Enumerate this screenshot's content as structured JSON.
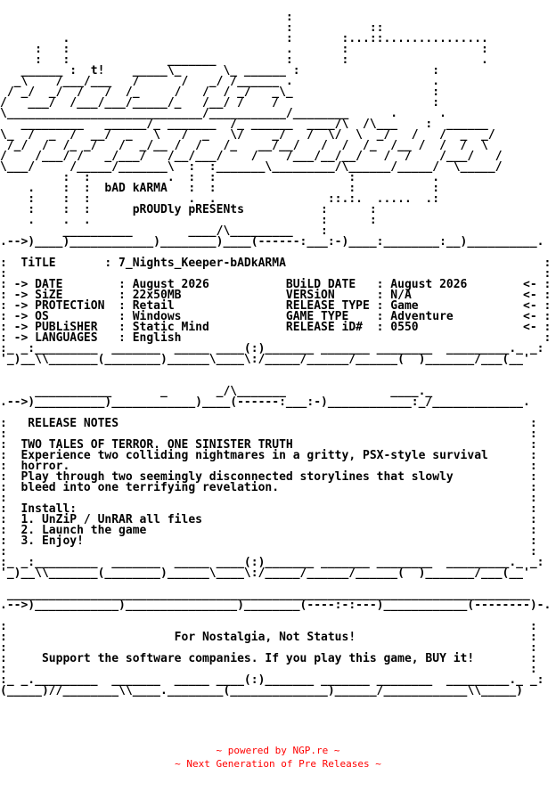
{
  "nfo": {
    "art": "                                         :\n                                         :           ::\n         .                               :       :...::...............\n     :   :                               .       :                   :\n     :   :              _______          :       :                   .\n   ______ :  t!    _____\\_      \\_ ______ :                   :\n  _\\    /___/___   /      /   _/ /______ .                    .\n / _/  _/  /   /  /_     /   /  / _/   _\\_                    :\n/   ___/  /___/___/_____/_   /__/ /    /                      :\n\\____________________________/___________/________      .      .\n   _________   ______/_ _______  /_ ______  ____/\\  /\\___    :  ______\n\\_  /  _  /  __/  _   \\   /  _   \\/    _/   /  \\/  \\  _/   /   /  _  _/\n /_/  /  /_ _/   /  _/__ /  /   /_   __/__/   /  /  /_  /__ /  /  /  \\\n/    /___/ /   _/___/   /__/___/    /    /___/__/__/   /  /    /___/   /\n\\___/     /_____/_______\\  :  :_______\\_________/\\______/_____/  \\_____/\n         :  :           .  :  :                   :           .\n    .    :  :  bAD kARMA   :  :                   :           :\n    :    :  :              .  .                ::.:.  .....  .:\n    :    :  :      pROUDly pRESENts           :      :\n    .    .  .                                 :      :\n         __________        ____/\\_________    :\n.-->)____)____________)________)____(------:___:-)____:________:__)__________.\n\n:  TiTLE       : 7_Nights_Keeper-bADkARMA                                     :\n:                                                                             :\n: -> DATE        : August 2026           BUiLD DATE   : August 2026        <- :\n: -> SiZE        : 22x50MB               VERSiON      : N/A                <- :\n: -> PROTECTiON  : Retail                RELEASE TYPE : Game               <- :\n: -> OS          : Windows               GAME TYPE    : Adventure          <- :\n: -> PUBLiSHER   : Static Mind           RELEASE iD#  : 0550               <- :\n: -> LANGUAGES   : English                                                    :\n:_ _:_________  _______  _____ ____(:)_______ _______ ________  _________._ _:\n'_)__\\\\_______(________)______\\____\\:/_____/______/______(  )_______/___(__'\n\n\n     ___________       _       _/\\_______               ____._\n.-->)__________)____________)____(------:___:-)____________:_/_____________.\n\n:   RELEASE NOTES                                                           :\n:                                                                           :\n:  TWO TALES OF TERROR. ONE SINISTER TRUTH                                  :\n:  Experience two colliding nightmares in a gritty, PSX-style survival      :\n:  horror.                                                                  :\n:  Play through two seemingly disconnected storylines that slowly           :\n:  bleed into one terrifying revelation.                                    :\n:                                                                           :\n:  Install:                                                                 :\n:  1. UnZiP / UnRAR all files                                               :\n:  2. Launch the game                                                       :\n:  3. Enjoy!                                                                :\n:                                                                           :\n:_ _:_________  _______  _____ ____(:)_______ _______ ________  _________._ _:\n'_)__\\\\_______(________)______\\____\\:/_____/______/______(  )_______/___(__'\n\n ___________________________________________________________________________\n.-->)____________)________________)________(----:-:---)____________(--------)-.\n\n:                                                                           :\n:                        For Nostalgia, Not Status!                         :\n:                                                                           :\n:     Support the software companies. If you play this game, BUY it!        :\n:                                                                           :\n:_ _._________  _______  _____ ____(:)_______ _______ ________  _________._ _:\n(_____)//________\\\\____.________(______________)______/____________\\\\_____)\n"
  },
  "footer": {
    "line1": "~ powered by NGP.re ~",
    "line2": "~ Next Generation of Pre Releases ~"
  }
}
